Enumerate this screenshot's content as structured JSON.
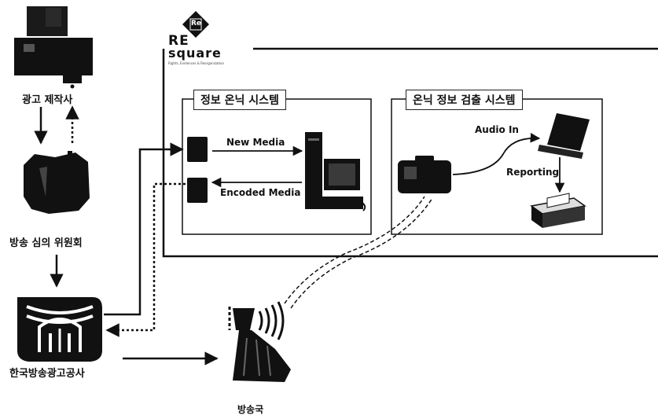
{
  "logo": {
    "diamond_text": "Re",
    "line1": "RE",
    "line2": "square",
    "tagline": "Rights, Evidences & Reorganization"
  },
  "boxes": {
    "watermark_system": "정보 온닉 시스템",
    "detection_system": "온닉 정보 검출 시스템"
  },
  "flows": {
    "new_media": "New Media",
    "encoded_media": "Encoded Media",
    "audio_in": "Audio In",
    "reporting": "Reporting"
  },
  "entities": {
    "ad_producer": "광고 제작사",
    "review_committee": "방송 심의 위원회",
    "kobaco": "한국방송광고공사",
    "broadcaster": "방송국"
  }
}
